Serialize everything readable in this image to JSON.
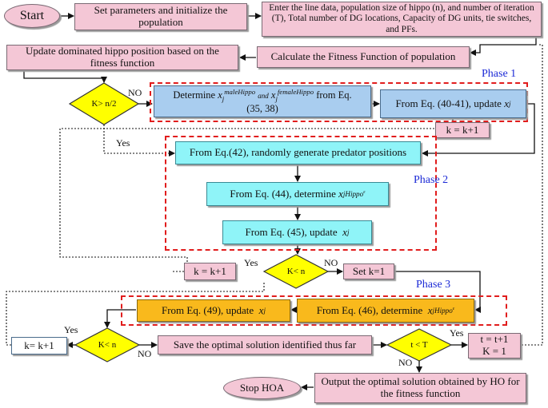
{
  "nodes": {
    "start": "Start",
    "set_params": "Set parameters and initialize the population",
    "enter_data": "Enter the line data, population size of hippo (n), and number of iteration (T), Total number of DG locations, Capacity of DG units, tie switches, and PFs.",
    "calc_fitness": "Calculate the Fitness Function of population",
    "update_dominated": "Update dominated hippo position based on the fitness function",
    "k_n2": "K> n/2",
    "determine_prefix": "Determine",
    "male_var": "x",
    "male_sup": "maleHippo",
    "and_word": "and",
    "female_var": "x",
    "female_sup": "femaleHippo",
    "determine_suffix": "from Eq.",
    "determine_eqs": "(35, 38)",
    "eq4041_text": "From Eq. (40-41), update",
    "eq4041_var": "x",
    "k_inc1": "k = k+1",
    "eq42": "From Eq.(42), randomly generate predator positions",
    "eq44_text": "From Eq. (44), determine",
    "eq44_var": "x",
    "eq44_sup": "Hippo",
    "eq44_supsup": "ε",
    "eq45_text": "From Eq. (45), update",
    "eq45_var": "x",
    "k_inc2": "k = k+1",
    "k_lt_n1": "K< n",
    "set_k1": "Set k=1",
    "eq49_text": "From Eq. (49), update",
    "eq49_var": "x",
    "eq46_text": "From Eq. (46), determine",
    "eq46_var": "x",
    "eq46_sup": "Hippo",
    "eq46_supsup": "ε",
    "k_inc3": "k= k+1",
    "k_lt_n2": "K< n",
    "save_optimal": "Save the optimal solution identified thus far",
    "t_lt_T": "t < T",
    "t_inc": "t = t+1",
    "k_eq1": "K = 1",
    "output": "Output the optimal solution obtained by HO for the fitness function",
    "stop": "Stop HOA",
    "sub_j": "j"
  },
  "labels": {
    "no1": "NO",
    "yes1": "Yes",
    "yes2": "Yes",
    "no2": "NO",
    "yes3": "Yes",
    "no3": "NO",
    "yes4": "Yes",
    "no4": "NO"
  },
  "phases": {
    "p1": "Phase 1",
    "p2": "Phase 2",
    "p3": "Phase 3"
  },
  "colors": {
    "pink": "#f4c7d6",
    "blue": "#a9cdef",
    "cyan": "#8ff4f8",
    "orange": "#f9b91c",
    "diamond": "#ffff00",
    "phase_border": "#e11d1d",
    "phase_text": "#1c2ad6"
  }
}
